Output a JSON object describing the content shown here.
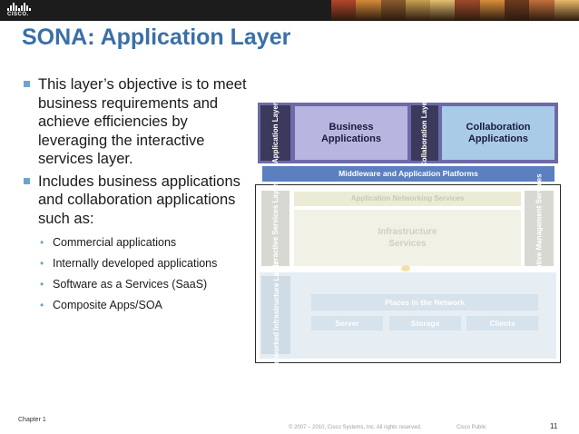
{
  "header": {
    "logo_text": "CISCO.",
    "photo_colors": [
      "#b5452a",
      "#d68a37",
      "#8a5a2e",
      "#c9a050",
      "#e2c070",
      "#a04a2a",
      "#d98e3a",
      "#6d3b1f",
      "#c2703a",
      "#e8b868"
    ]
  },
  "title": "SONA: Application Layer",
  "bullets": [
    "This layer’s objective is to meet business requirements and achieve efficiencies by leveraging the interactive services layer.",
    "Includes business applications and collaboration applications such as:"
  ],
  "sub_bullets": [
    "Commercial applications",
    "Internally developed applications",
    "Software as a Services (SaaS)",
    "Composite Apps/SOA"
  ],
  "diagram": {
    "application_layer_label": "Application Layer",
    "business_applications": "Business Applications",
    "collaboration_layer_label": "Collaboration Layer",
    "collaboration_applications": "Collaboration Applications",
    "middleware": "Middleware and Application Platforms",
    "interactive_services_label": "Interactive Services Layer",
    "application_networking_services": "Application Networking Services",
    "infrastructure_services": "Infrastructure Services",
    "adaptive_management_services": "Adaptive Management Services",
    "networked_infrastructure_label": "Networked Infrastructure Layer",
    "places_in_network": "Places in the Network",
    "server": "Server",
    "storage": "Storage",
    "clients": "Clients"
  },
  "footer": {
    "chapter": "Chapter 1",
    "copyright": "© 2007 – 2010, Cisco Systems, Inc. All rights reserved.",
    "public": "Cisco Public",
    "page": "11"
  },
  "colors": {
    "title": "#3a6fa8",
    "bullet_marker": "#6fa4cc",
    "application_layer": "#6e6aa8",
    "business_box": "#b8b6e0",
    "collaboration_box": "#a9cbe8",
    "middleware_bar": "#5b7fbf",
    "faded_label": "#d8d8d2",
    "faded_box": "#f1f1e6",
    "faded_network": "#e6eef4"
  }
}
